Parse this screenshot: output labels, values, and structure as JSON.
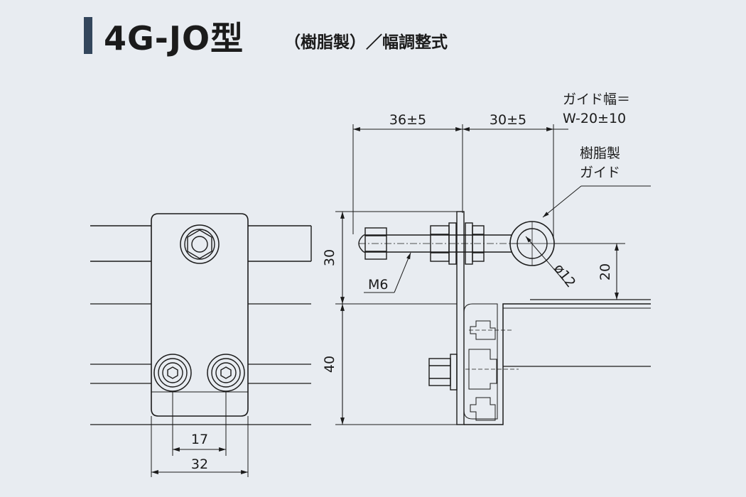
{
  "title": {
    "model": "4G-JO型",
    "subtitle": "（樹脂製）／幅調整式"
  },
  "dimensions": {
    "d36": "36±5",
    "d30a": "30±5",
    "guide_width_label": "ガイド幅＝",
    "guide_width_formula": "W-20±10",
    "d30v": "30",
    "d40v": "40",
    "d20v": "20",
    "d17": "17",
    "d32": "32",
    "dia12": "ø12"
  },
  "labels": {
    "bolt": "M6",
    "guide_line1": "樹脂製",
    "guide_line2": "ガイド"
  },
  "colors": {
    "background": "#e8ecf1",
    "title_bar": "#33465c",
    "line": "#1b1b1b"
  }
}
